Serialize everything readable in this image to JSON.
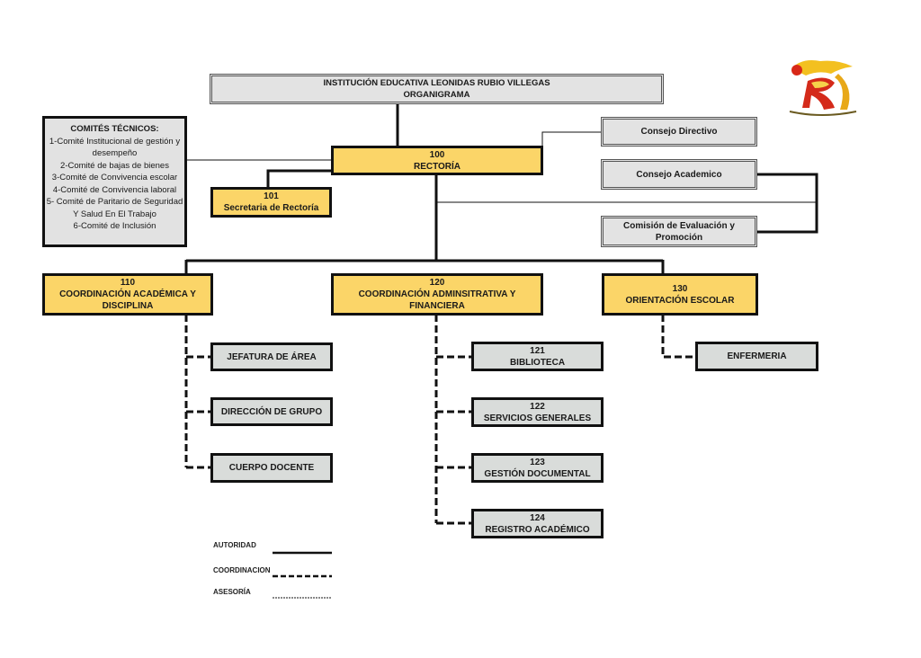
{
  "header": {
    "institution": "INSTITUCIÓN EDUCATIVA LEONIDAS RUBIO VILLEGAS",
    "title": "ORGANIGRAMA"
  },
  "logo": {
    "icon": "school-crest-logo",
    "colors": [
      "#e8b010",
      "#d0201a",
      "#f5d040"
    ]
  },
  "comites": {
    "heading": "COMITÉS TÉCNICOS:",
    "items": [
      "1-Comité Institucional de gestión y desempeño",
      "2-Comité de bajas de bienes",
      "3-Comité de Convivencia escolar",
      "4-Comité de Convivencia laboral",
      "5- Comité de Paritario de Seguridad Y Salud En El Trabajo",
      "6-Comité de Inclusión"
    ]
  },
  "rectoria": {
    "code": "100",
    "name": "RECTORÍA"
  },
  "secretaria": {
    "code": "101",
    "name": "Secretaria de Rectoría"
  },
  "consejos": {
    "directivo": "Consejo Directivo",
    "academico": "Consejo Academico",
    "comision": "Comisión de Evaluación y Promoción"
  },
  "coordinaciones": [
    {
      "code": "110",
      "name": "COORDINACIÓN ACADÉMICA Y DISCIPLINA"
    },
    {
      "code": "120",
      "name": "COORDINACIÓN ADMINSITRATIVA Y FINANCIERA"
    },
    {
      "code": "130",
      "name": "ORIENTACIÓN ESCOLAR"
    }
  ],
  "academica_units": [
    {
      "name": "JEFATURA DE ÁREA"
    },
    {
      "name": "DIRECCIÓN DE GRUPO"
    },
    {
      "name": "CUERPO DOCENTE"
    }
  ],
  "admin_units": [
    {
      "code": "121",
      "name": "BIBLIOTECA"
    },
    {
      "code": "122",
      "name": "SERVICIOS GENERALES"
    },
    {
      "code": "123",
      "name": "GESTIÓN DOCUMENTAL"
    },
    {
      "code": "124",
      "name": "REGISTRO ACADÉMICO"
    }
  ],
  "orientacion_units": [
    {
      "name": "ENFERMERIA"
    }
  ],
  "legend": {
    "autoridad": "AUTORIDAD",
    "coordinacion": "COORDINACION",
    "asesoria": "ASESORÍA"
  },
  "colors": {
    "yellow_box": "#fbd568",
    "grey_box": "#d9dcda",
    "header_box": "#e3e3e3",
    "line": "#111111"
  }
}
